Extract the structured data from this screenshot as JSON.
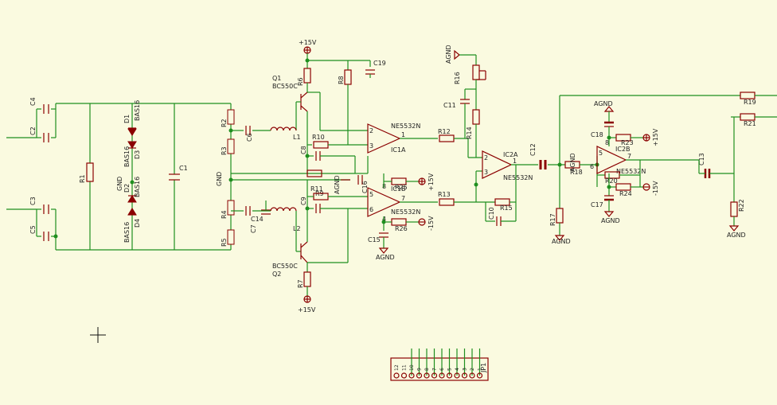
{
  "nets": {
    "plus15": "+15V",
    "minus15": "-15V",
    "gnd": "GND",
    "agnd": "AGND"
  },
  "transistors": {
    "q1_ref": "Q1",
    "q1_val": "BC550C",
    "q2_ref": "Q2",
    "q2_val": "BC550C"
  },
  "opamps": {
    "ic1a": "IC1A",
    "ic1b": "IC1B",
    "ic2a": "IC2A",
    "ic2b": "IC2B",
    "part": "NE5532N"
  },
  "diodes": {
    "d1": "D1",
    "d2": "D2",
    "d3": "D3",
    "d4": "D4",
    "part": "BAS16"
  },
  "inductors": {
    "l1": "L1",
    "l2": "L2"
  },
  "resistors": {
    "r1": "R1",
    "r2": "R2",
    "r3": "R3",
    "r4": "R4",
    "r5": "R5",
    "r6": "R6",
    "r7": "R7",
    "r8": "R8",
    "r9": "R9",
    "r10": "R10",
    "r11": "R11",
    "r12": "R12",
    "r13": "R13",
    "r14": "R14",
    "r15": "R15",
    "r16": "R16",
    "r17": "R17",
    "r18": "R18",
    "r19": "R19",
    "r20": "R20",
    "r21": "R21",
    "r22": "R22",
    "r23": "R23",
    "r24": "R24",
    "r25": "R25",
    "r26": "R26"
  },
  "capacitors": {
    "c1": "C1",
    "c2": "C2",
    "c3": "C3",
    "c4": "C4",
    "c5": "C5",
    "c6": "C6",
    "c7": "C7",
    "c8": "C8",
    "c9": "C9",
    "c10": "C10",
    "c11": "C11",
    "c12": "C12",
    "c13": "C13",
    "c14": "C14",
    "c15": "C15",
    "c16": "C16",
    "c17": "C17",
    "c18": "C18",
    "c19": "C19"
  },
  "connector": {
    "ref": "JP1",
    "pins": [
      "12",
      "11",
      "10",
      "9",
      "8",
      "7",
      "6",
      "5",
      "4",
      "3",
      "2",
      "1"
    ]
  },
  "pins": {
    "p1": "1",
    "p2": "2",
    "p3": "3",
    "p4": "4",
    "p5": "5",
    "p6": "6",
    "p7": "7",
    "p8": "8"
  }
}
